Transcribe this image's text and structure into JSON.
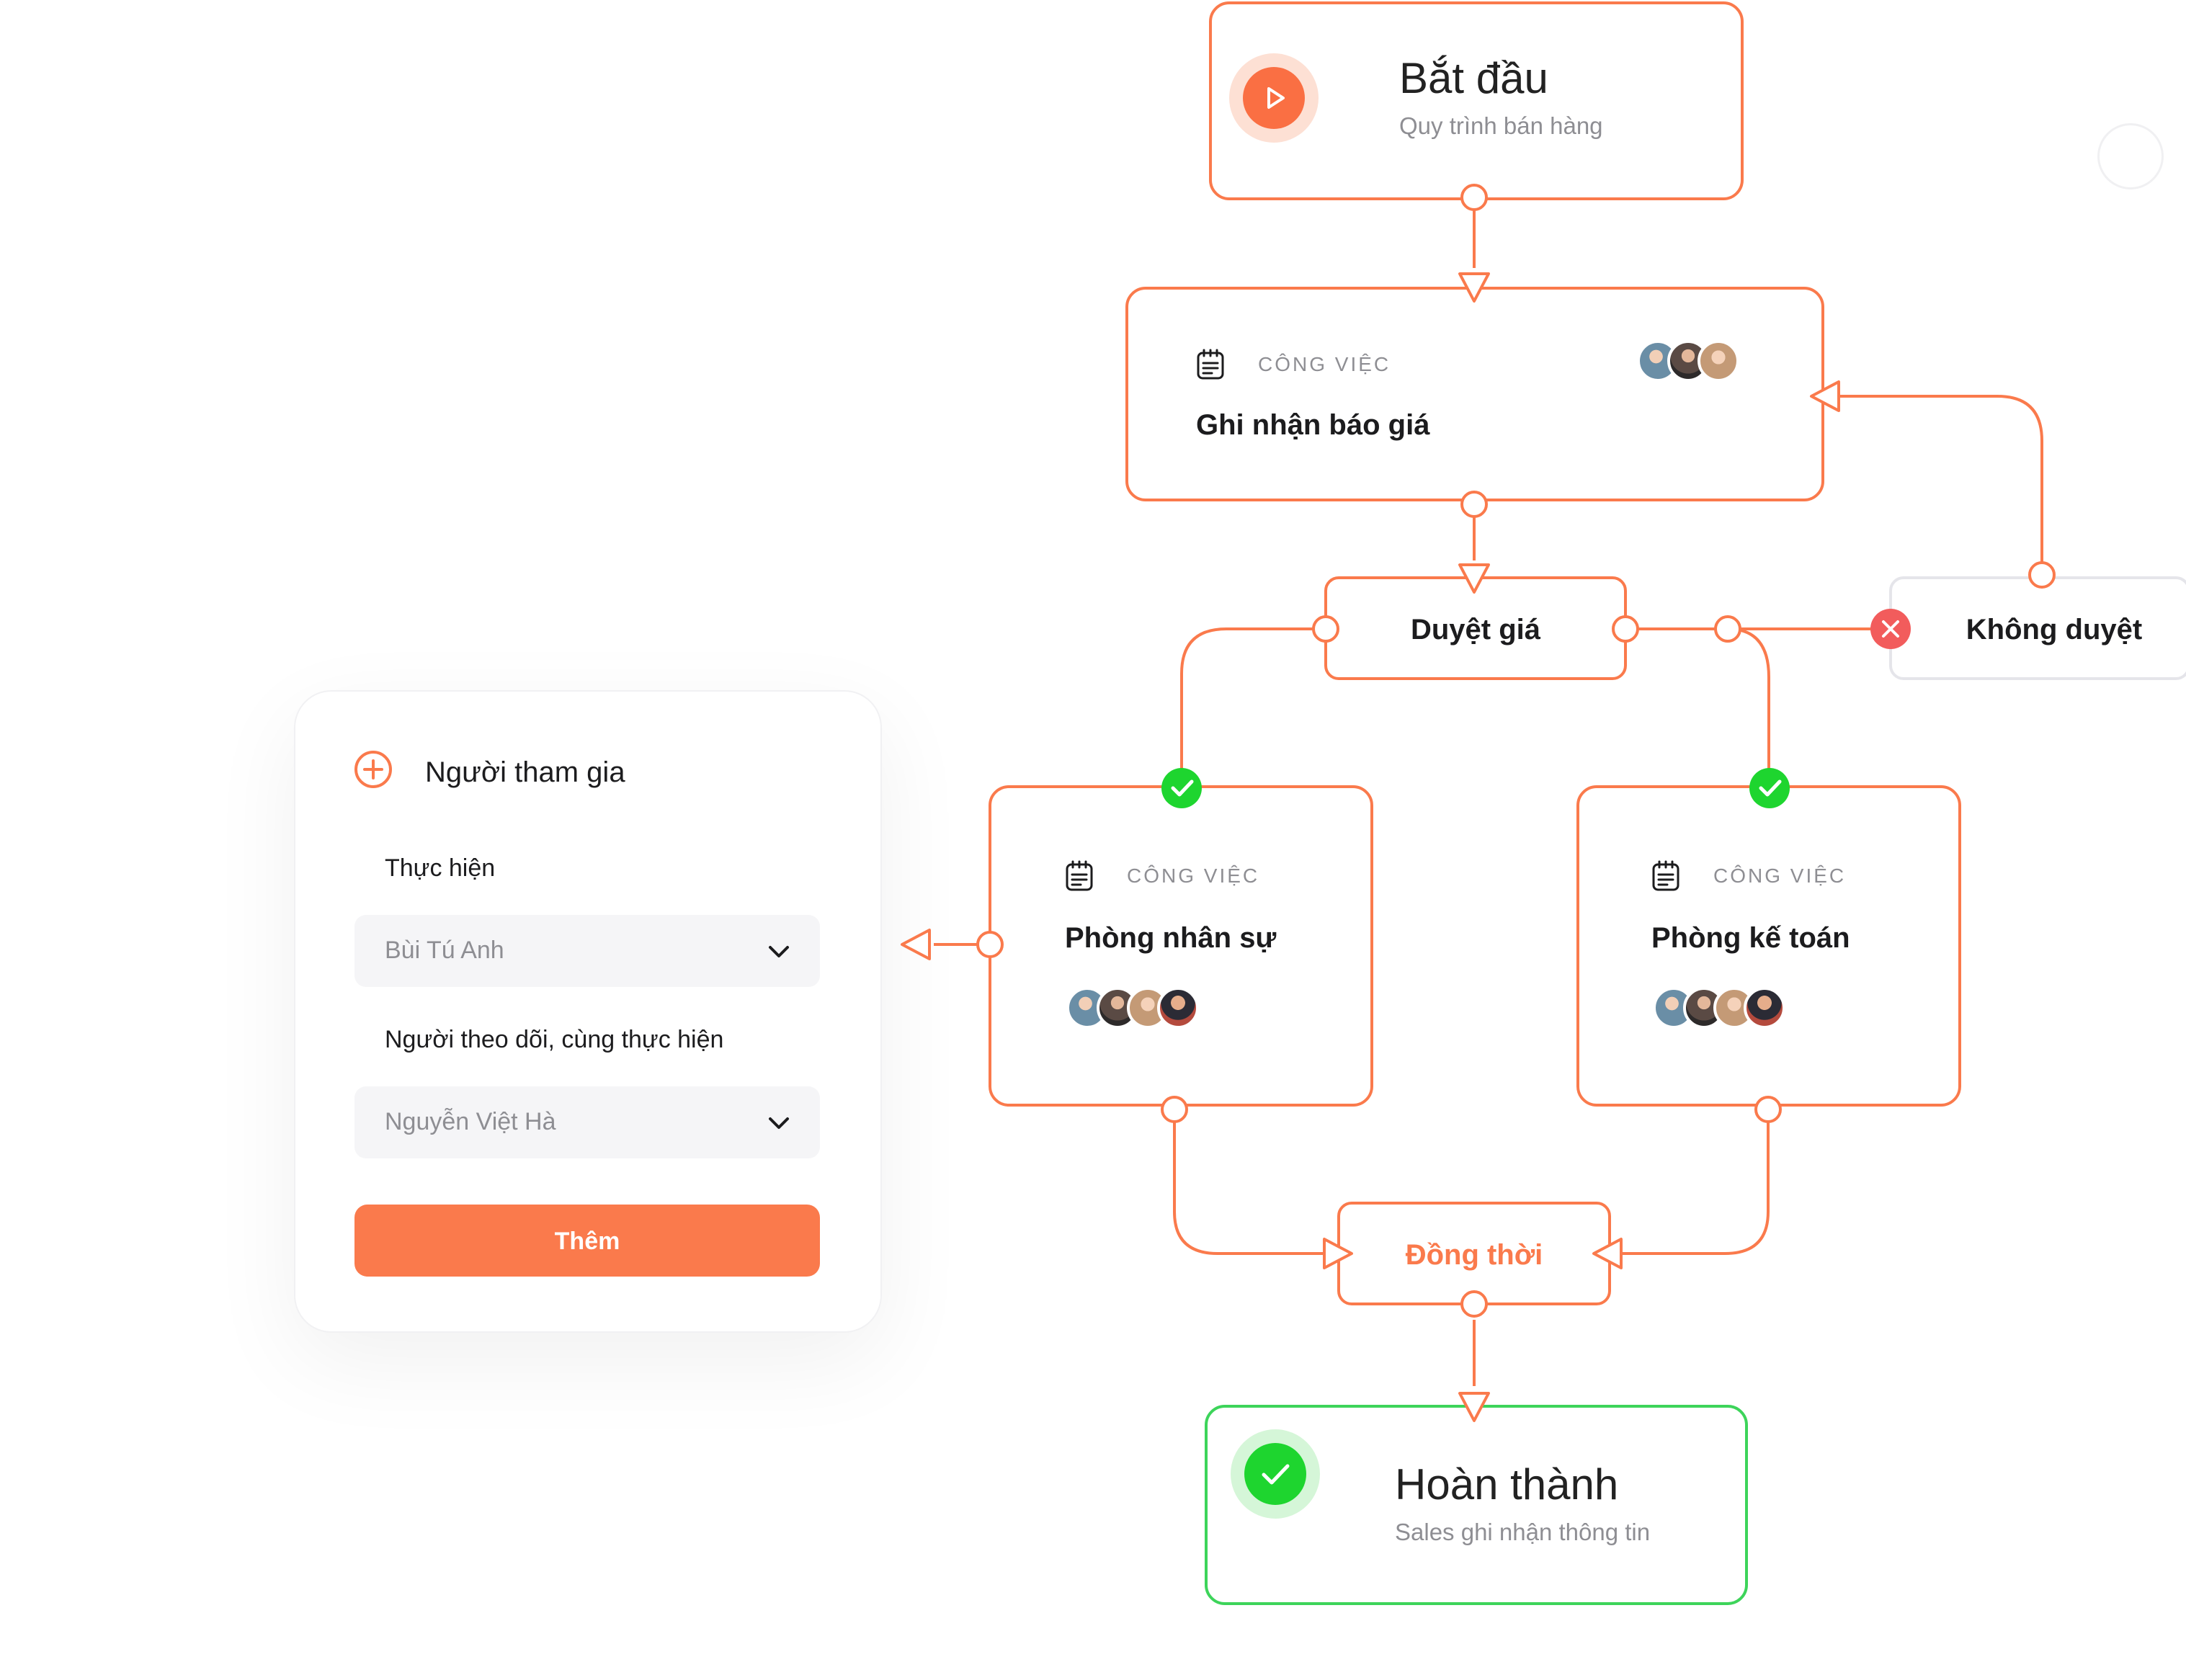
{
  "workflow": {
    "start": {
      "title": "Bắt đầu",
      "subtitle": "Quy trình bán hàng",
      "icon": "play-icon"
    },
    "task_quote": {
      "tag": "CÔNG VIỆC",
      "title": "Ghi nhận báo giá",
      "icon": "calendar-icon",
      "assignee_count": 3
    },
    "approve": {
      "label": "Duyệt giá"
    },
    "reject": {
      "label": "Không duyệt",
      "icon": "close-icon"
    },
    "task_hr": {
      "tag": "CÔNG VIỆC",
      "title": "Phòng nhân sự",
      "icon": "calendar-icon",
      "assignee_count": 4
    },
    "task_accounting": {
      "tag": "CÔNG VIỆC",
      "title": "Phòng kế toán",
      "icon": "calendar-icon",
      "assignee_count": 4
    },
    "parallel": {
      "label": "Đồng thời"
    },
    "finish": {
      "title": "Hoàn thành",
      "subtitle": "Sales ghi nhận thông tin",
      "icon": "check-icon"
    }
  },
  "participants_panel": {
    "title": "Người tham gia",
    "icon": "plus-circle-icon",
    "performer": {
      "label": "Thực hiện",
      "value": "Bùi Tú Anh"
    },
    "followers": {
      "label": "Người theo dõi, cùng thực hiện",
      "value": "Nguyễn Việt Hà"
    },
    "add_button": "Thêm"
  },
  "colors": {
    "accent": "#fa7a4c",
    "success": "#1ed52f",
    "danger": "#f25c5c",
    "text": "#1c1c1e",
    "muted": "#8e8e93"
  }
}
